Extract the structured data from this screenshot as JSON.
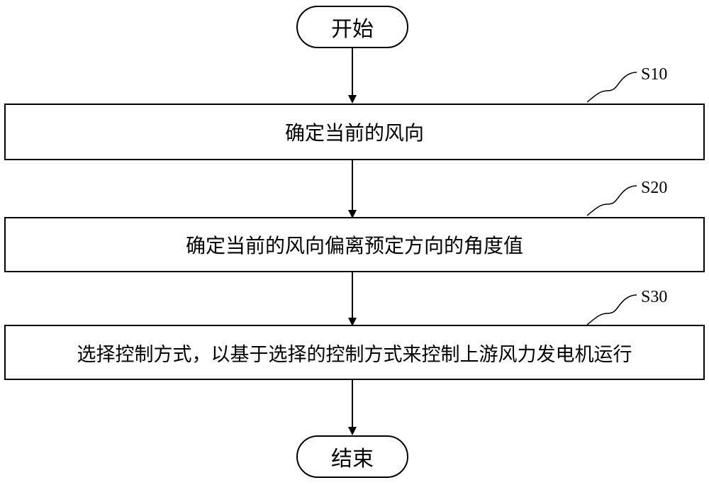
{
  "flowchart": {
    "start": "开始",
    "end": "结束",
    "steps": [
      {
        "label": "S10",
        "text": "确定当前的风向"
      },
      {
        "label": "S20",
        "text": "确定当前的风向偏离预定方向的角度值"
      },
      {
        "label": "S30",
        "text": "选择控制方式，以基于选择的控制方式来控制上游风力发电机运行"
      }
    ]
  }
}
